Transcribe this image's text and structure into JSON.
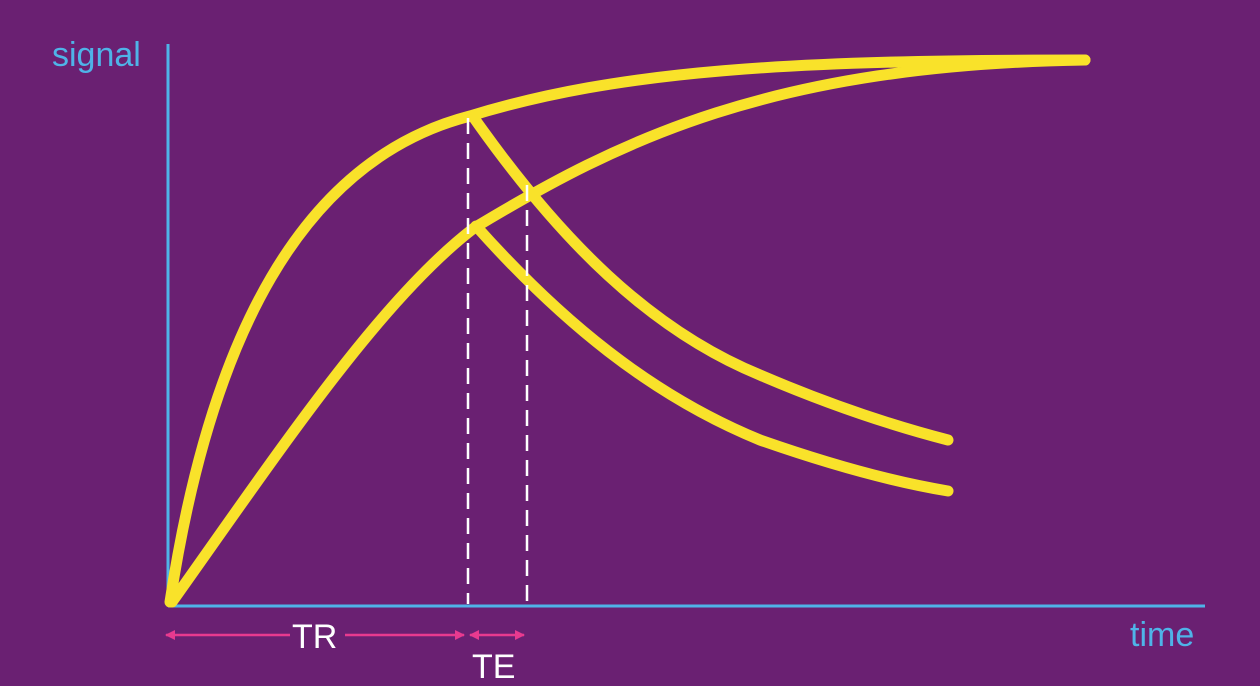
{
  "labels": {
    "y_axis": "signal",
    "x_axis": "time",
    "interval_tr": "TR",
    "interval_te": "TE"
  },
  "colors": {
    "background": "#6a2072",
    "axis": "#4fb3e8",
    "curve": "#f9e22a",
    "marker": "#ffffff",
    "interval_arrow": "#e83a8f",
    "interval_text": "#ffffff"
  }
}
